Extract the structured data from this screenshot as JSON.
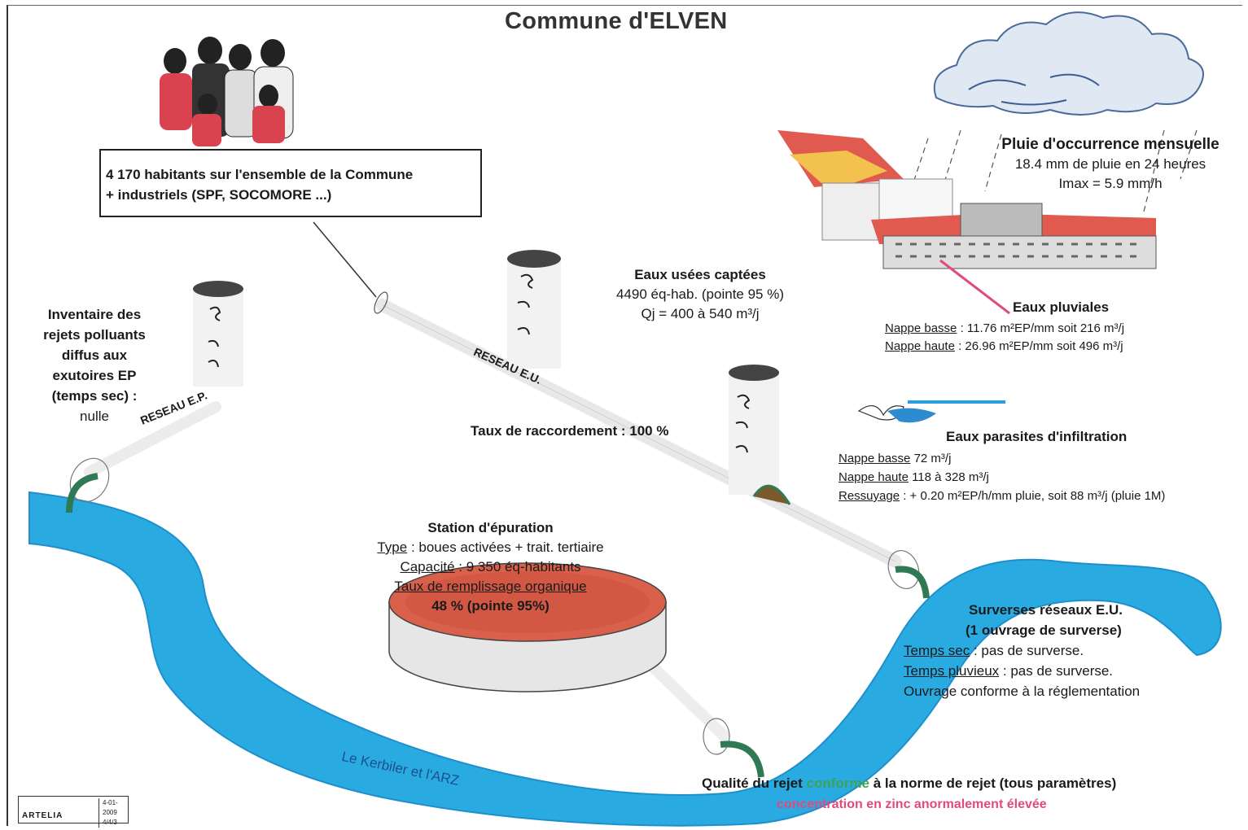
{
  "title": "Commune d'ELVEN",
  "population": {
    "line1": "4 170 habitants sur l'ensemble de la Commune",
    "line2": "+ industriels (SPF, SOCOMORE ...)"
  },
  "inventaire": {
    "lines": [
      "Inventaire des",
      "rejets polluants",
      "diffus aux",
      "exutoires EP",
      "(temps sec) :"
    ],
    "value": "nulle"
  },
  "networks": {
    "ep": "RESEAU E.P.",
    "eu": "RESEAU E.U."
  },
  "eaux_usees": {
    "title": "Eaux usées captées",
    "line1": "4490 éq-hab. (pointe 95 %)",
    "line2": "Qj = 400 à 540 m³/j"
  },
  "raccordement": "Taux de raccordement : 100 %",
  "pluie": {
    "title": "Pluie d'occurrence mensuelle",
    "line1": "18.4 mm de pluie en 24 heures",
    "line2": "Imax = 5.9 mm/h"
  },
  "pluviales": {
    "title": "Eaux pluviales",
    "basse_label": "Nappe basse",
    "basse_value": ": 11.76 m²EP/mm soit 216 m³/j",
    "haute_label": "Nappe haute",
    "haute_value": ": 26.96 m²EP/mm soit 496 m³/j"
  },
  "parasites": {
    "title": "Eaux parasites d'infiltration",
    "basse_label": "Nappe basse",
    "basse_value": "72 m³/j",
    "haute_label": "Nappe haute",
    "haute_value": "118 à 328 m³/j",
    "ressuyage_label": "Ressuyage",
    "ressuyage_value": ": + 0.20 m²EP/h/mm pluie, soit 88 m³/j (pluie 1M)"
  },
  "station": {
    "title": "Station d'épuration",
    "type_label": "Type",
    "type_value": ": boues activées + trait. tertiaire",
    "capacite_label": "Capacité",
    "capacite_value": ": 9 350 éq-habitants",
    "taux_label": "Taux de remplissage organique",
    "taux_value": "48 % (pointe 95%)"
  },
  "surverses": {
    "title": "Surverses réseaux E.U.",
    "subtitle": "(1 ouvrage de surverse)",
    "sec_label": "Temps sec",
    "sec_value": ": pas de surverse.",
    "pluvieux_label": "Temps pluvieux",
    "pluvieux_value": ": pas de surverse.",
    "conformite": "Ouvrage conforme à la réglementation"
  },
  "river": "Le Kerbiler et l'ARZ",
  "qualite": {
    "part1": "Qualité du rejet",
    "part2": "conforme",
    "part3": "à la norme de rejet (tous paramètres)",
    "zinc": "concentration en zinc anormalement élevée"
  },
  "logo": {
    "name": "ARTELIA",
    "date": "4-01-2009",
    "ref": "4/4/3"
  },
  "colors": {
    "river": "#29abe2",
    "river_edge": "#1f8fcc",
    "tank_fill": "#d9604a",
    "arrow": "#2f7a55",
    "pink": "#e04a7c",
    "green": "#3aa35a"
  }
}
